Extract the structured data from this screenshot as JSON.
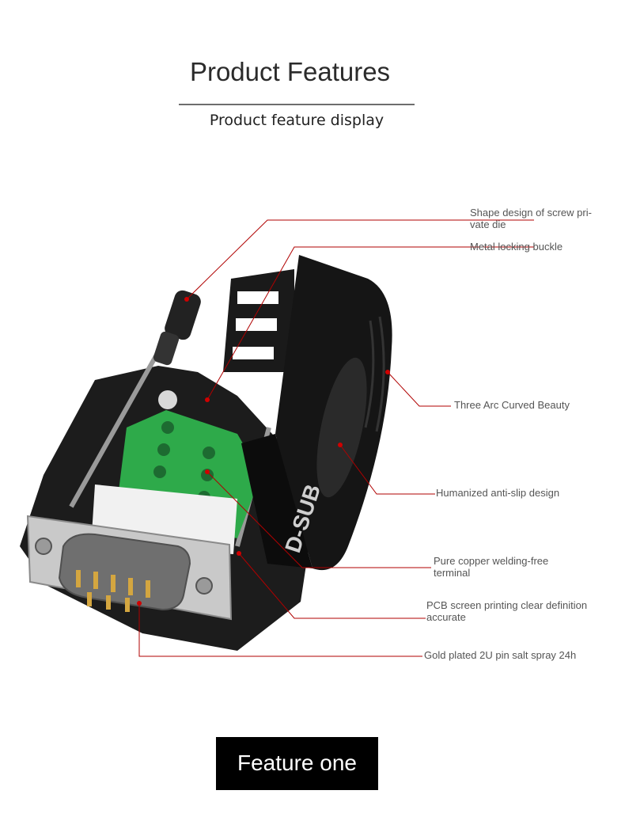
{
  "header": {
    "title": "Product Features",
    "subtitle": "Product feature display"
  },
  "callouts": [
    "Shape design of screw pri-\nvate die",
    "Metal locking buckle",
    "Three Arc Curved Beauty",
    "Humanized anti-slip design",
    "Pure copper welding-free\nterminal",
    "PCB screen printing clear definition\naccurate",
    "Gold plated 2U pin salt spray 24h"
  ],
  "product": {
    "housing_text": "D-SUB"
  },
  "footer": {
    "label": "Feature one"
  },
  "colors": {
    "leader_line": "#b00000",
    "housing": "#151515",
    "terminal_block": "#2eaa4a",
    "metal_shell": "#c9c9c9",
    "gold_pin": "#d4a640"
  }
}
